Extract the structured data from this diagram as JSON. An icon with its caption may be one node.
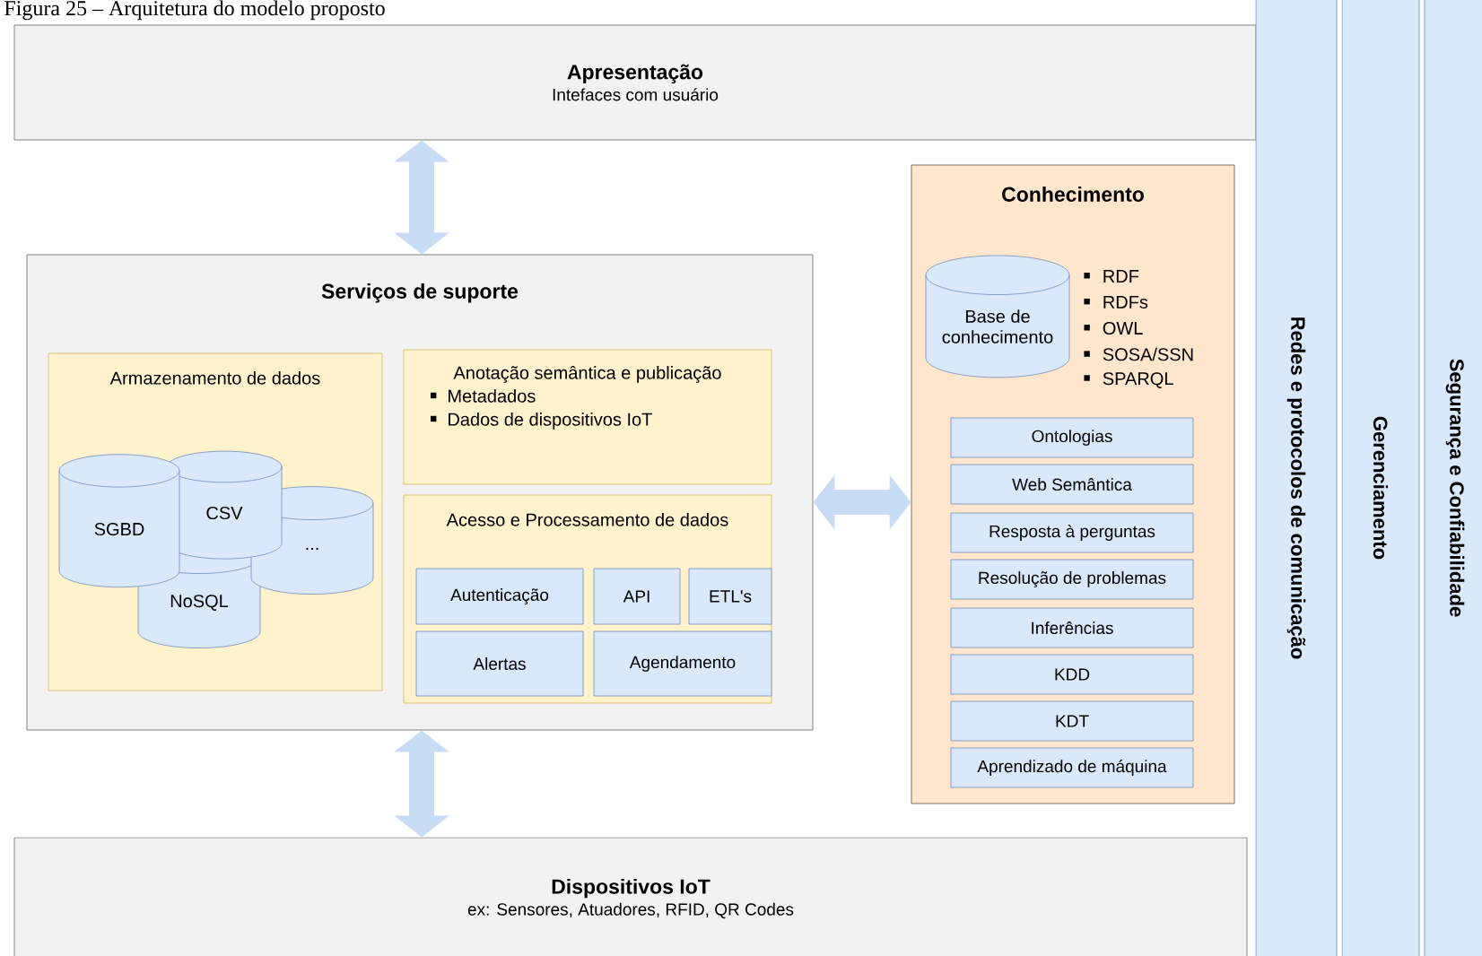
{
  "diagram": {
    "title": "Figura 25 – Arquitetura do modelo proposto",
    "nodes": [
      {
        "text": [
          "Apresentação",
          "Intefaces com usuário"
        ]
      },
      {
        "text": [
          "Serviços de suporte"
        ]
      },
      {
        "text": [
          "Armazenamento de dados"
        ],
        "in": 1
      },
      {
        "text": [
          "SGBD"
        ],
        "in": 2
      },
      {
        "text": [
          "CSV"
        ],
        "in": 2
      },
      {
        "text": [
          "..."
        ],
        "in": 2
      },
      {
        "text": [
          "NoSQL"
        ],
        "in": 2
      },
      {
        "text": [
          "Anotação semântica e publicação",
          "Metadados",
          "Dados de dispositivos IoT"
        ],
        "in": 1
      },
      {
        "text": [
          "Acesso e Processamento de dados"
        ],
        "in": 1
      },
      {
        "text": [
          "Autenticação"
        ],
        "in": 8
      },
      {
        "text": [
          "API"
        ],
        "in": 8
      },
      {
        "text": [
          "ETL's"
        ],
        "in": 8
      },
      {
        "text": [
          "Alertas"
        ],
        "in": 8
      },
      {
        "text": [
          "Agendamento"
        ],
        "in": 8
      },
      {
        "text": [
          "Conhecimento"
        ]
      },
      {
        "text": [
          "Base de conhecimento"
        ],
        "in": 14
      },
      {
        "text": [
          "Ontologias"
        ],
        "in": 14
      },
      {
        "text": [
          "Web Semântica"
        ],
        "in": 14
      },
      {
        "text": [
          "Resposta à perguntas"
        ],
        "in": 14
      },
      {
        "text": [
          "Resolução de problemas"
        ],
        "in": 14
      },
      {
        "text": [
          "Inferências"
        ],
        "in": 14
      },
      {
        "text": [
          "KDD"
        ],
        "in": 14
      },
      {
        "text": [
          "KDT"
        ],
        "in": 14
      },
      {
        "text": [
          "Aprendizado de máquina"
        ],
        "in": 14
      },
      {
        "text": [
          "Redes e protocolos de comunicação"
        ]
      },
      {
        "text": [
          "Gerenciamento"
        ]
      },
      {
        "text": [
          "Segurança e Confiabilidade"
        ]
      },
      {
        "text": [
          "Dispositivos IoT",
          "ex: Sensores, Atuadores, RFID, QR Codes"
        ]
      }
    ],
    "edges": [
      {
        "from": 0,
        "to": 1,
        "arrow": "both"
      },
      {
        "from": 1,
        "to": 27,
        "arrow": "both"
      },
      {
        "from": 1,
        "to": 14,
        "arrow": "both"
      }
    ],
    "labels": [
      "RDF",
      "RDFs",
      "OWL",
      "SOSA/SSN",
      "SPARQL"
    ]
  }
}
